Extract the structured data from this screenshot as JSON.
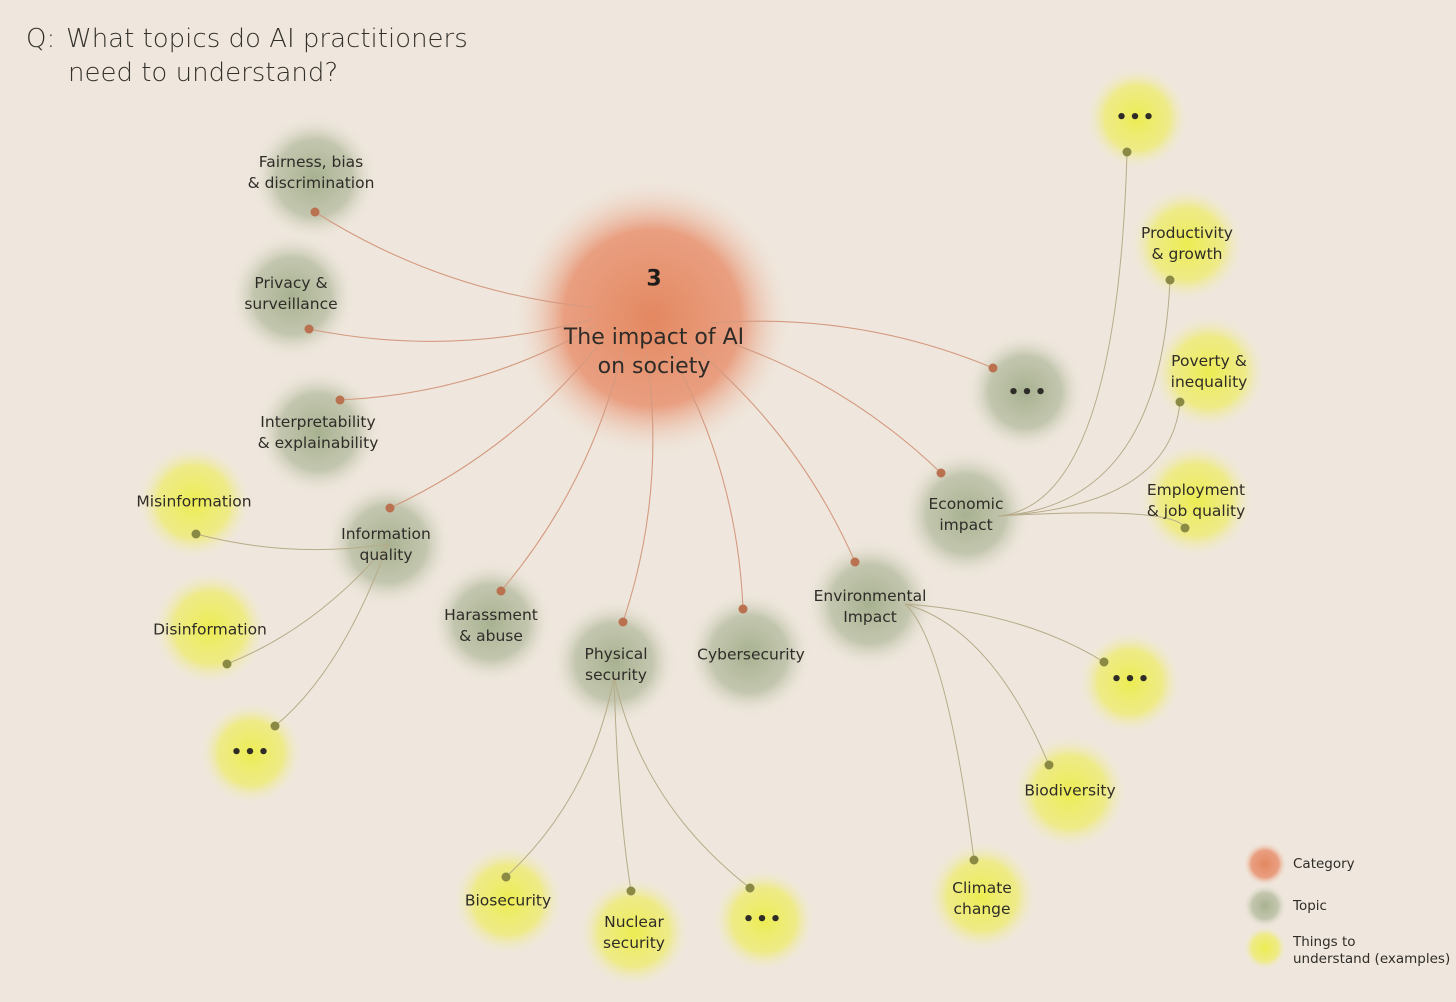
{
  "question": {
    "prefix": "Q:",
    "line1": "What topics do AI practitioners",
    "line2": "need to understand?"
  },
  "category": {
    "number": "3",
    "label": "The impact of AI\non society"
  },
  "topics": [
    {
      "id": "fairness",
      "label": "Fairness, bias\n& discrimination"
    },
    {
      "id": "privacy",
      "label": "Privacy &\nsurveillance"
    },
    {
      "id": "interpretability",
      "label": "Interpretability\n& explainability"
    },
    {
      "id": "information",
      "label": "Information\nquality"
    },
    {
      "id": "harassment",
      "label": "Harassment\n& abuse"
    },
    {
      "id": "physical",
      "label": "Physical\nsecurity"
    },
    {
      "id": "cyber",
      "label": "Cybersecurity"
    },
    {
      "id": "environmental",
      "label": "Environmental\nImpact"
    },
    {
      "id": "economic",
      "label": "Economic\nimpact"
    },
    {
      "id": "topic-more",
      "label": "..."
    }
  ],
  "things": [
    {
      "id": "misinformation",
      "label": "Misinformation"
    },
    {
      "id": "disinformation",
      "label": "Disinformation"
    },
    {
      "id": "info-more",
      "label": "..."
    },
    {
      "id": "biosecurity",
      "label": "Biosecurity"
    },
    {
      "id": "nuclear",
      "label": "Nuclear\nsecurity"
    },
    {
      "id": "phys-more",
      "label": "..."
    },
    {
      "id": "climate",
      "label": "Climate\nchange"
    },
    {
      "id": "biodiversity",
      "label": "Biodiversity"
    },
    {
      "id": "env-more",
      "label": "..."
    },
    {
      "id": "employment",
      "label": "Employment\n& job quality"
    },
    {
      "id": "poverty",
      "label": "Poverty &\ninequality"
    },
    {
      "id": "productivity",
      "label": "Productivity\n& growth"
    },
    {
      "id": "econ-more",
      "label": "..."
    }
  ],
  "legend": {
    "category": "Category",
    "topic": "Topic",
    "things": "Things to\nunderstand (examples)"
  },
  "colors": {
    "background": "#efe7dd",
    "category": "#e38a63",
    "topic": "#9aa684",
    "things": "#eaea55",
    "category_line": "#d49a80",
    "topic_line": "#b7ab8a",
    "category_dot": "#b9714f",
    "topic_dot": "#8a8a45"
  }
}
